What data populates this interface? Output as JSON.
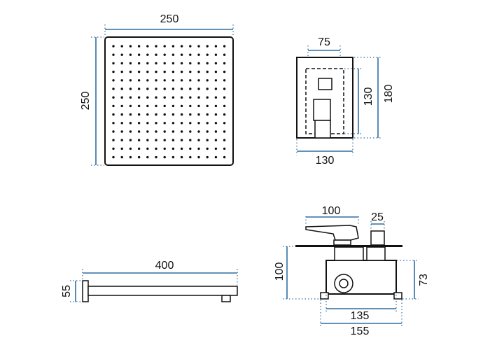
{
  "colors": {
    "dimension": "#2f6fa3",
    "outline": "#111111",
    "background": "#ffffff"
  },
  "dimensions": {
    "head_width": "250",
    "head_height": "250",
    "panel_inner_width": "75",
    "panel_width": "130",
    "panel_inner_height": "130",
    "panel_height": "180",
    "arm_length": "400",
    "arm_height": "55",
    "valve_lever": "100",
    "valve_knob": "25",
    "valve_depth": "100",
    "valve_body_height": "73",
    "valve_body_width": "135",
    "valve_base_width": "155"
  }
}
